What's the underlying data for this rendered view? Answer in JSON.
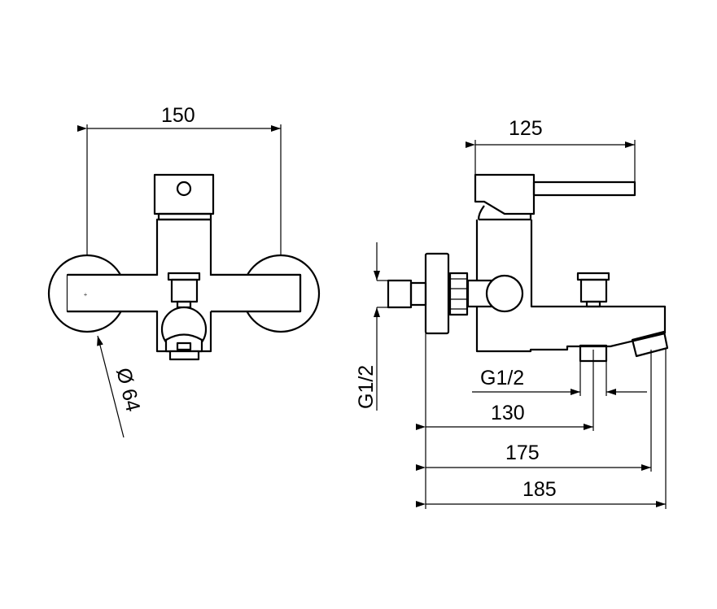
{
  "front_view": {
    "width_dim": "150",
    "diameter_dim": "Ø 64"
  },
  "side_view": {
    "lever_dim": "125",
    "inlet_thread": "G1/2",
    "outlet_thread": "G1/2",
    "outlet_dim": "130",
    "spout_dim": "175",
    "overall_dim": "185"
  }
}
